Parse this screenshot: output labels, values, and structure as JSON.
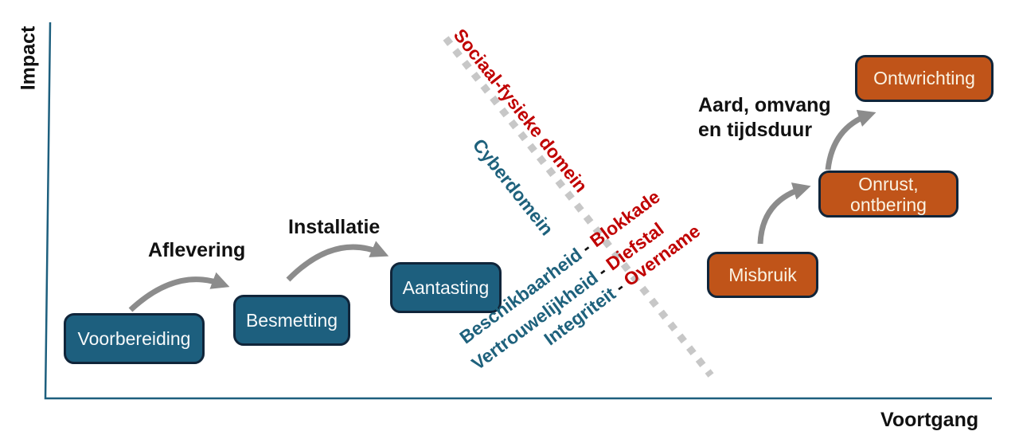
{
  "axis": {
    "y_label": "Impact",
    "x_label": "Voortgang"
  },
  "cyber_phases": [
    {
      "label": "Voorbereiding"
    },
    {
      "label": "Besmetting"
    },
    {
      "label": "Aantasting"
    }
  ],
  "physical_phases": [
    {
      "label": "Misbruik"
    },
    {
      "label": "Onrust,",
      "label2": "ontbering"
    },
    {
      "label": "Ontwrichting"
    }
  ],
  "transition_labels": {
    "aflevering": "Aflevering",
    "installatie": "Installatie",
    "aard_lines": [
      "Aard, omvang",
      "en tijdsduur"
    ]
  },
  "domains": {
    "cyber": "Cyberdomein",
    "fysiek": "Sociaal-fysieke domein"
  },
  "cia_pairs": [
    {
      "cyber": "Beschikbaarheid",
      "sep": "-",
      "fysiek": "Blokkade"
    },
    {
      "cyber": "Vertrouwelijkheid",
      "sep": "-",
      "fysiek": "Diefstal"
    },
    {
      "cyber": "Integriteit",
      "sep": "-",
      "fysiek": "Overname"
    }
  ],
  "colors": {
    "cyber_box": "#1D5F7E",
    "cyber_text": "#1E617C",
    "fysiek_box": "#C05419",
    "fysiek_text": "#C00000",
    "box_border": "#10253A",
    "axis": "#1D5F7E",
    "arrow": "#8C8C8C",
    "dotted_line": "#C7C7C7"
  }
}
